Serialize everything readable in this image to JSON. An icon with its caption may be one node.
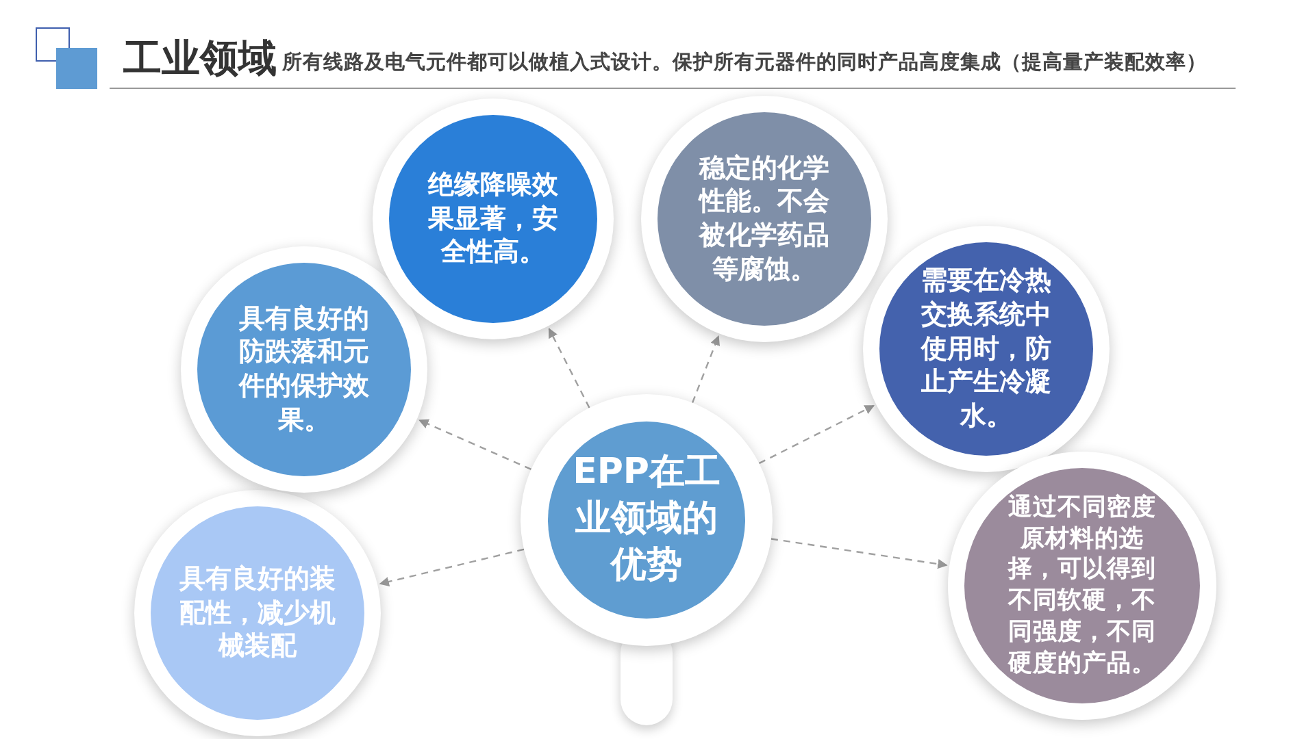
{
  "diagram": {
    "title": "工业领域",
    "nodes": [
      {
        "text": [
          "EPP在工业领域的优势"
        ]
      },
      {
        "text": [
          "具有良好的装配性，减少机械装配"
        ]
      },
      {
        "text": [
          "具有良好的防跌落和元件的保护效果。"
        ]
      },
      {
        "text": [
          "绝缘降噪效果显著，安全性高。"
        ]
      },
      {
        "text": [
          "稳定的化学性能。不会被化学药品等腐蚀。"
        ]
      },
      {
        "text": [
          "需要在冷热交换系统中使用时，防止产生冷凝水。"
        ]
      },
      {
        "text": [
          "通过不同密度原材料的选择，可以得到不同软硬，不同强度，不同硬度的产品。"
        ]
      }
    ],
    "edges": [
      {
        "from": 0,
        "to": 1,
        "arrow": "to",
        "style": "dashed"
      },
      {
        "from": 0,
        "to": 2,
        "arrow": "to",
        "style": "dashed"
      },
      {
        "from": 0,
        "to": 3,
        "arrow": "to",
        "style": "dashed"
      },
      {
        "from": 0,
        "to": 4,
        "arrow": "to",
        "style": "dashed"
      },
      {
        "from": 0,
        "to": 5,
        "arrow": "to",
        "style": "dashed"
      },
      {
        "from": 0,
        "to": 6,
        "arrow": "to",
        "style": "dashed"
      }
    ],
    "labels": [
      "所有线路及电气元件都可以做植入式设计。保护所有元器件的同时产品高度集成（提高量产装配效率）"
    ]
  }
}
